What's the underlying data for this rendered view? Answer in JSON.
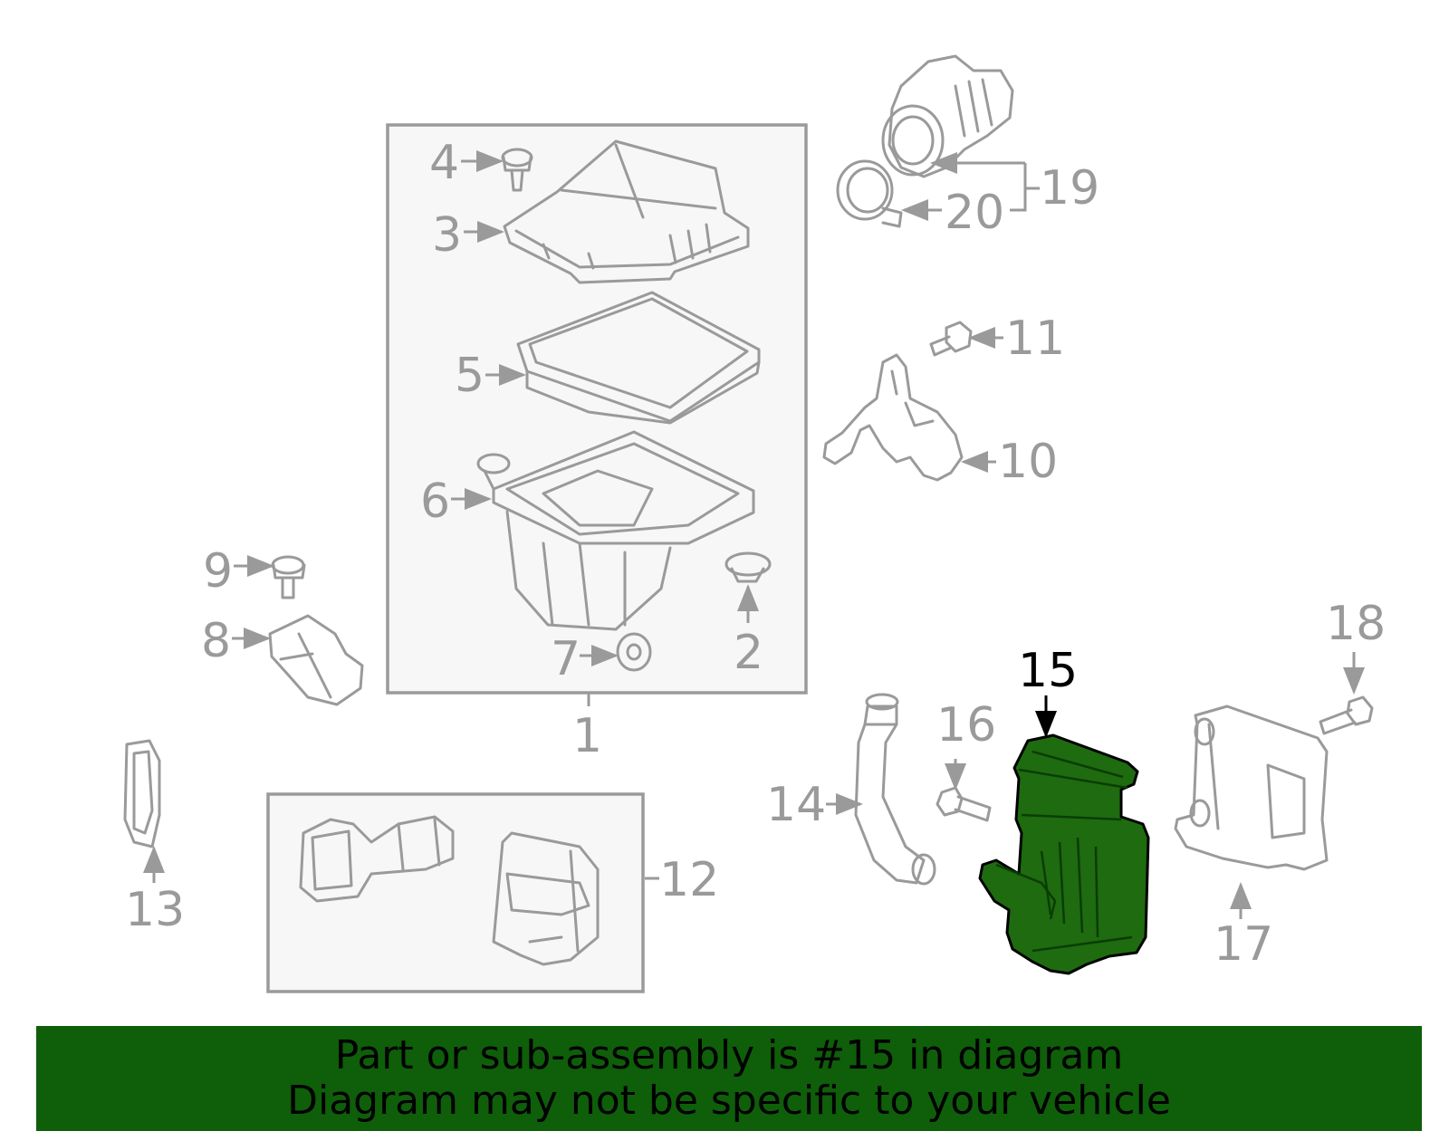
{
  "diagram": {
    "highlighted_part": "15",
    "callouts": {
      "c1": "1",
      "c2": "2",
      "c3": "3",
      "c4": "4",
      "c5": "5",
      "c6": "6",
      "c7": "7",
      "c8": "8",
      "c9": "9",
      "c10": "10",
      "c11": "11",
      "c12": "12",
      "c13": "13",
      "c14": "14",
      "c15": "15",
      "c16": "16",
      "c17": "17",
      "c18": "18",
      "c19": "19",
      "c20": "20"
    }
  },
  "banner": {
    "line1": "Part or sub-assembly is #15 in diagram",
    "line2": "Diagram may not be specific to your vehicle"
  },
  "colors": {
    "highlight": "#1e6b10",
    "banner_bg": "#0f5e0a",
    "line_gray": "#9a9a9a"
  }
}
